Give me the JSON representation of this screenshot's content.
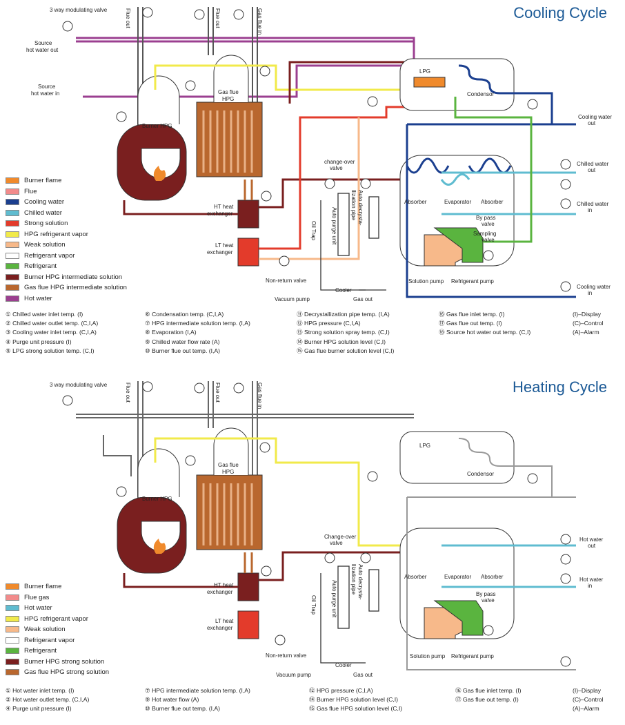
{
  "cooling": {
    "title": "Cooling Cycle",
    "legend": [
      {
        "label": "Burner flame",
        "color": "#f08a2c"
      },
      {
        "label": "Flue",
        "color": "#f28b8b"
      },
      {
        "label": "Cooling water",
        "color": "#1b3f8f"
      },
      {
        "label": "Chilled water",
        "color": "#5fbcd0"
      },
      {
        "label": "Strong solution",
        "color": "#e33b2b"
      },
      {
        "label": "HPG refrigerant vapor",
        "color": "#f1ea4a"
      },
      {
        "label": "Weak solution",
        "color": "#f7b98a"
      },
      {
        "label": "Refrigerant vapor",
        "color": "#ffffff"
      },
      {
        "label": "Refrigerant",
        "color": "#5ab43f"
      },
      {
        "label": "Burner HPG intermediate solution",
        "color": "#7a1f1f"
      },
      {
        "label": "Gas flue HPG intermediate solution",
        "color": "#b9672e"
      },
      {
        "label": "Hot water",
        "color": "#9b3f90"
      }
    ],
    "labels": {
      "valve3": "3 way modulating valve",
      "src_out": "Source\nhot water out",
      "src_in": "Source\nhot water in",
      "flue_out1": "Flue out",
      "flue_out2": "Flue out",
      "gas_flue_in": "Gas flue in",
      "burner_hpg": "Burner HPG",
      "gas_flue_hpg": "Gas flue\nHPG",
      "lpg": "LPG",
      "condensor": "Condensor",
      "cw_out": "Cooling water\nout",
      "chw_out": "Chilled water\nout",
      "chw_in": "Chilled water\nin",
      "cw_in": "Cooling water\nin",
      "changeover": "change-over\nvalve",
      "ht_hx": "HT heat\nexchanger",
      "lt_hx": "LT heat\nexchanger",
      "oil_trap": "Oil Trap",
      "auto_purge": "Auto purge unit",
      "decryst": "Auto decrysta-\nllization pipe",
      "absorber_l": "Absorber",
      "evaporator": "Evaporator",
      "absorber_r": "Absorber",
      "bypass": "By pass\nvalve",
      "sampling": "Sampling\nvalve",
      "nonreturn": "Non-return valve",
      "solution_pump": "Solution pump",
      "refrig_pump": "Refrigerant pump",
      "cooler": "Cooler",
      "vacuum_pump": "Vacuum pump",
      "gas_out": "Gas out"
    },
    "notes": [
      [
        "① Chilled water inlet temp. (I)",
        "② Chilled water outlet temp. (C,I,A)",
        "③ Cooling water inlet temp. (C,I,A)",
        "④ Purge unit pressure (I)",
        "⑤ LPG strong solution temp. (C,I)"
      ],
      [
        "⑥ Condensation temp. (C,I,A)",
        "⑦ HPG intermediate solution temp. (I,A)",
        "⑧ Evaporation (I,A)",
        "⑨ Chilled water flow rate (A)",
        "⑩ Burner flue out temp. (I,A)"
      ],
      [
        "⑪ Decrystallization pipe temp. (I,A)",
        "⑫ HPG pressure (C,I,A)",
        "⑬ Strong solution spray temp. (C,I)",
        "⑭ Burner HPG solution level (C,I)",
        "⑮ Gas flue burner solution level (C,I)"
      ],
      [
        "⑯ Gas flue inlet temp. (I)",
        "⑰ Gas flue out temp. (I)",
        "⑱ Source hot water out temp. (C,I)"
      ],
      [
        "(I)–Display",
        "(C)–Control",
        "(A)–Alarm"
      ]
    ]
  },
  "heating": {
    "title": "Heating Cycle",
    "legend": [
      {
        "label": "Burner flame",
        "color": "#f08a2c"
      },
      {
        "label": "Flue gas",
        "color": "#f28b8b"
      },
      {
        "label": "Hot water",
        "color": "#5fbcd0"
      },
      {
        "label": "HPG refrigerant vapor",
        "color": "#f1ea4a"
      },
      {
        "label": "Weak solution",
        "color": "#f7b98a"
      },
      {
        "label": "Refrigerant vapor",
        "color": "#ffffff"
      },
      {
        "label": "Refrigerant",
        "color": "#5ab43f"
      },
      {
        "label": "Burner HPG strong solution",
        "color": "#7a1f1f"
      },
      {
        "label": "Gas flue HPG strong solution",
        "color": "#b9672e"
      }
    ],
    "labels": {
      "valve3": "3 way modulating valve",
      "flue_out1": "Flue out",
      "flue_out2": "Flue out",
      "gas_flue_in": "Gas flue in",
      "burner_hpg": "Burner HPG",
      "gas_flue_hpg": "Gas flue\nHPG",
      "lpg": "LPG",
      "condensor": "Condensor",
      "hw_out": "Hot water\nout",
      "hw_in": "Hot water\nin",
      "changeover": "Change-over\nvalve",
      "ht_hx": "HT heat\nexchanger",
      "lt_hx": "LT heat\nexchanger",
      "oil_trap": "Oil Trap",
      "auto_purge": "Auto purge unit",
      "decryst": "Auto decrysta-\nllization pipe",
      "absorber_l": "Absorber",
      "evaporator": "Evaporator",
      "absorber_r": "Absorber",
      "bypass": "By pass\nvalve",
      "nonreturn": "Non-return valve",
      "solution_pump": "Solution pump",
      "refrig_pump": "Refrigerant pump",
      "cooler": "Cooler",
      "vacuum_pump": "Vacuum pump",
      "gas_out": "Gas out"
    },
    "notes": [
      [
        "① Hot water inlet temp. (I)",
        "② Hot water outlet temp. (C,I,A)",
        "④ Purge unit pressure (I)"
      ],
      [
        "⑦ HPG intermediate solution temp. (I,A)",
        "⑨ Hot water flow (A)",
        "⑩ Burner flue out temp. (I,A)"
      ],
      [
        "⑫ HPG pressure (C,I,A)",
        "⑭ Burner HPG solution level (C,I)",
        "⑮ Gas flue HPG solution level (C,I)"
      ],
      [
        "⑯ Gas flue inlet temp. (I)",
        "⑰ Gas flue out temp. (I)"
      ],
      [
        "(I)–Display",
        "(C)–Control",
        "(A)–Alarm"
      ]
    ]
  }
}
